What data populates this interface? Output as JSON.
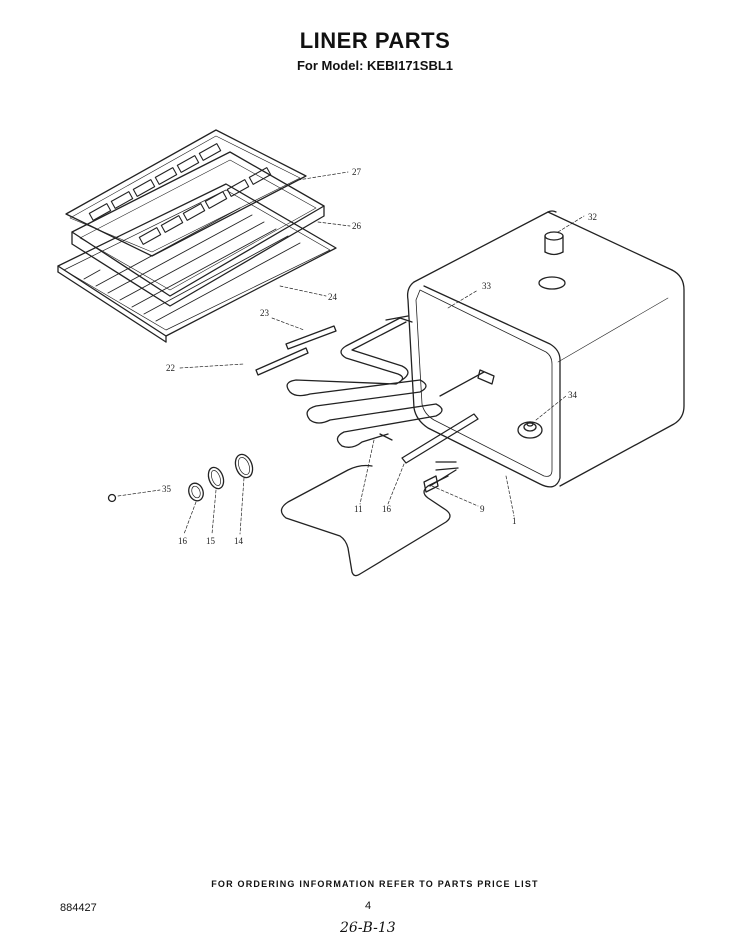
{
  "header": {
    "title": "LINER PARTS",
    "model_line": "For Model: KEBI171SBL1"
  },
  "callouts": {
    "c27": "27",
    "c26": "26",
    "c24": "24",
    "c23": "23",
    "c22": "22",
    "c32": "32",
    "c33": "33",
    "c34": "34",
    "c35": "35",
    "c16a": "16",
    "c15": "15",
    "c14": "14",
    "c11": "11",
    "c16b": "16",
    "c9": "9",
    "c1": "1"
  },
  "footer": {
    "ordering_note": "FOR ORDERING INFORMATION REFER TO PARTS PRICE LIST",
    "doc_number": "884427",
    "page_number": "4",
    "handwritten_note": "26-B-13"
  }
}
